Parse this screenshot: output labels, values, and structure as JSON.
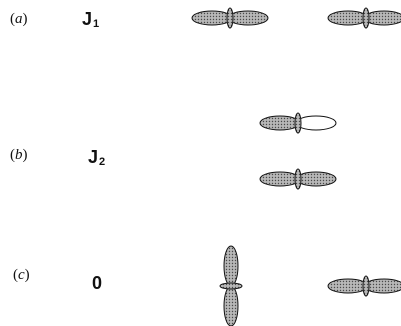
{
  "rows": [
    {
      "case_letter": "a",
      "label_main": "J",
      "label_sub": "1"
    },
    {
      "case_letter": "b",
      "label_main": "J",
      "label_sub": "2"
    },
    {
      "case_letter": "c",
      "label_main": "0",
      "label_sub": ""
    }
  ],
  "colors": {
    "lobe_fill": "#9a9a9a",
    "lobe_stroke": "#111111",
    "lobe_empty": "#ffffff"
  }
}
